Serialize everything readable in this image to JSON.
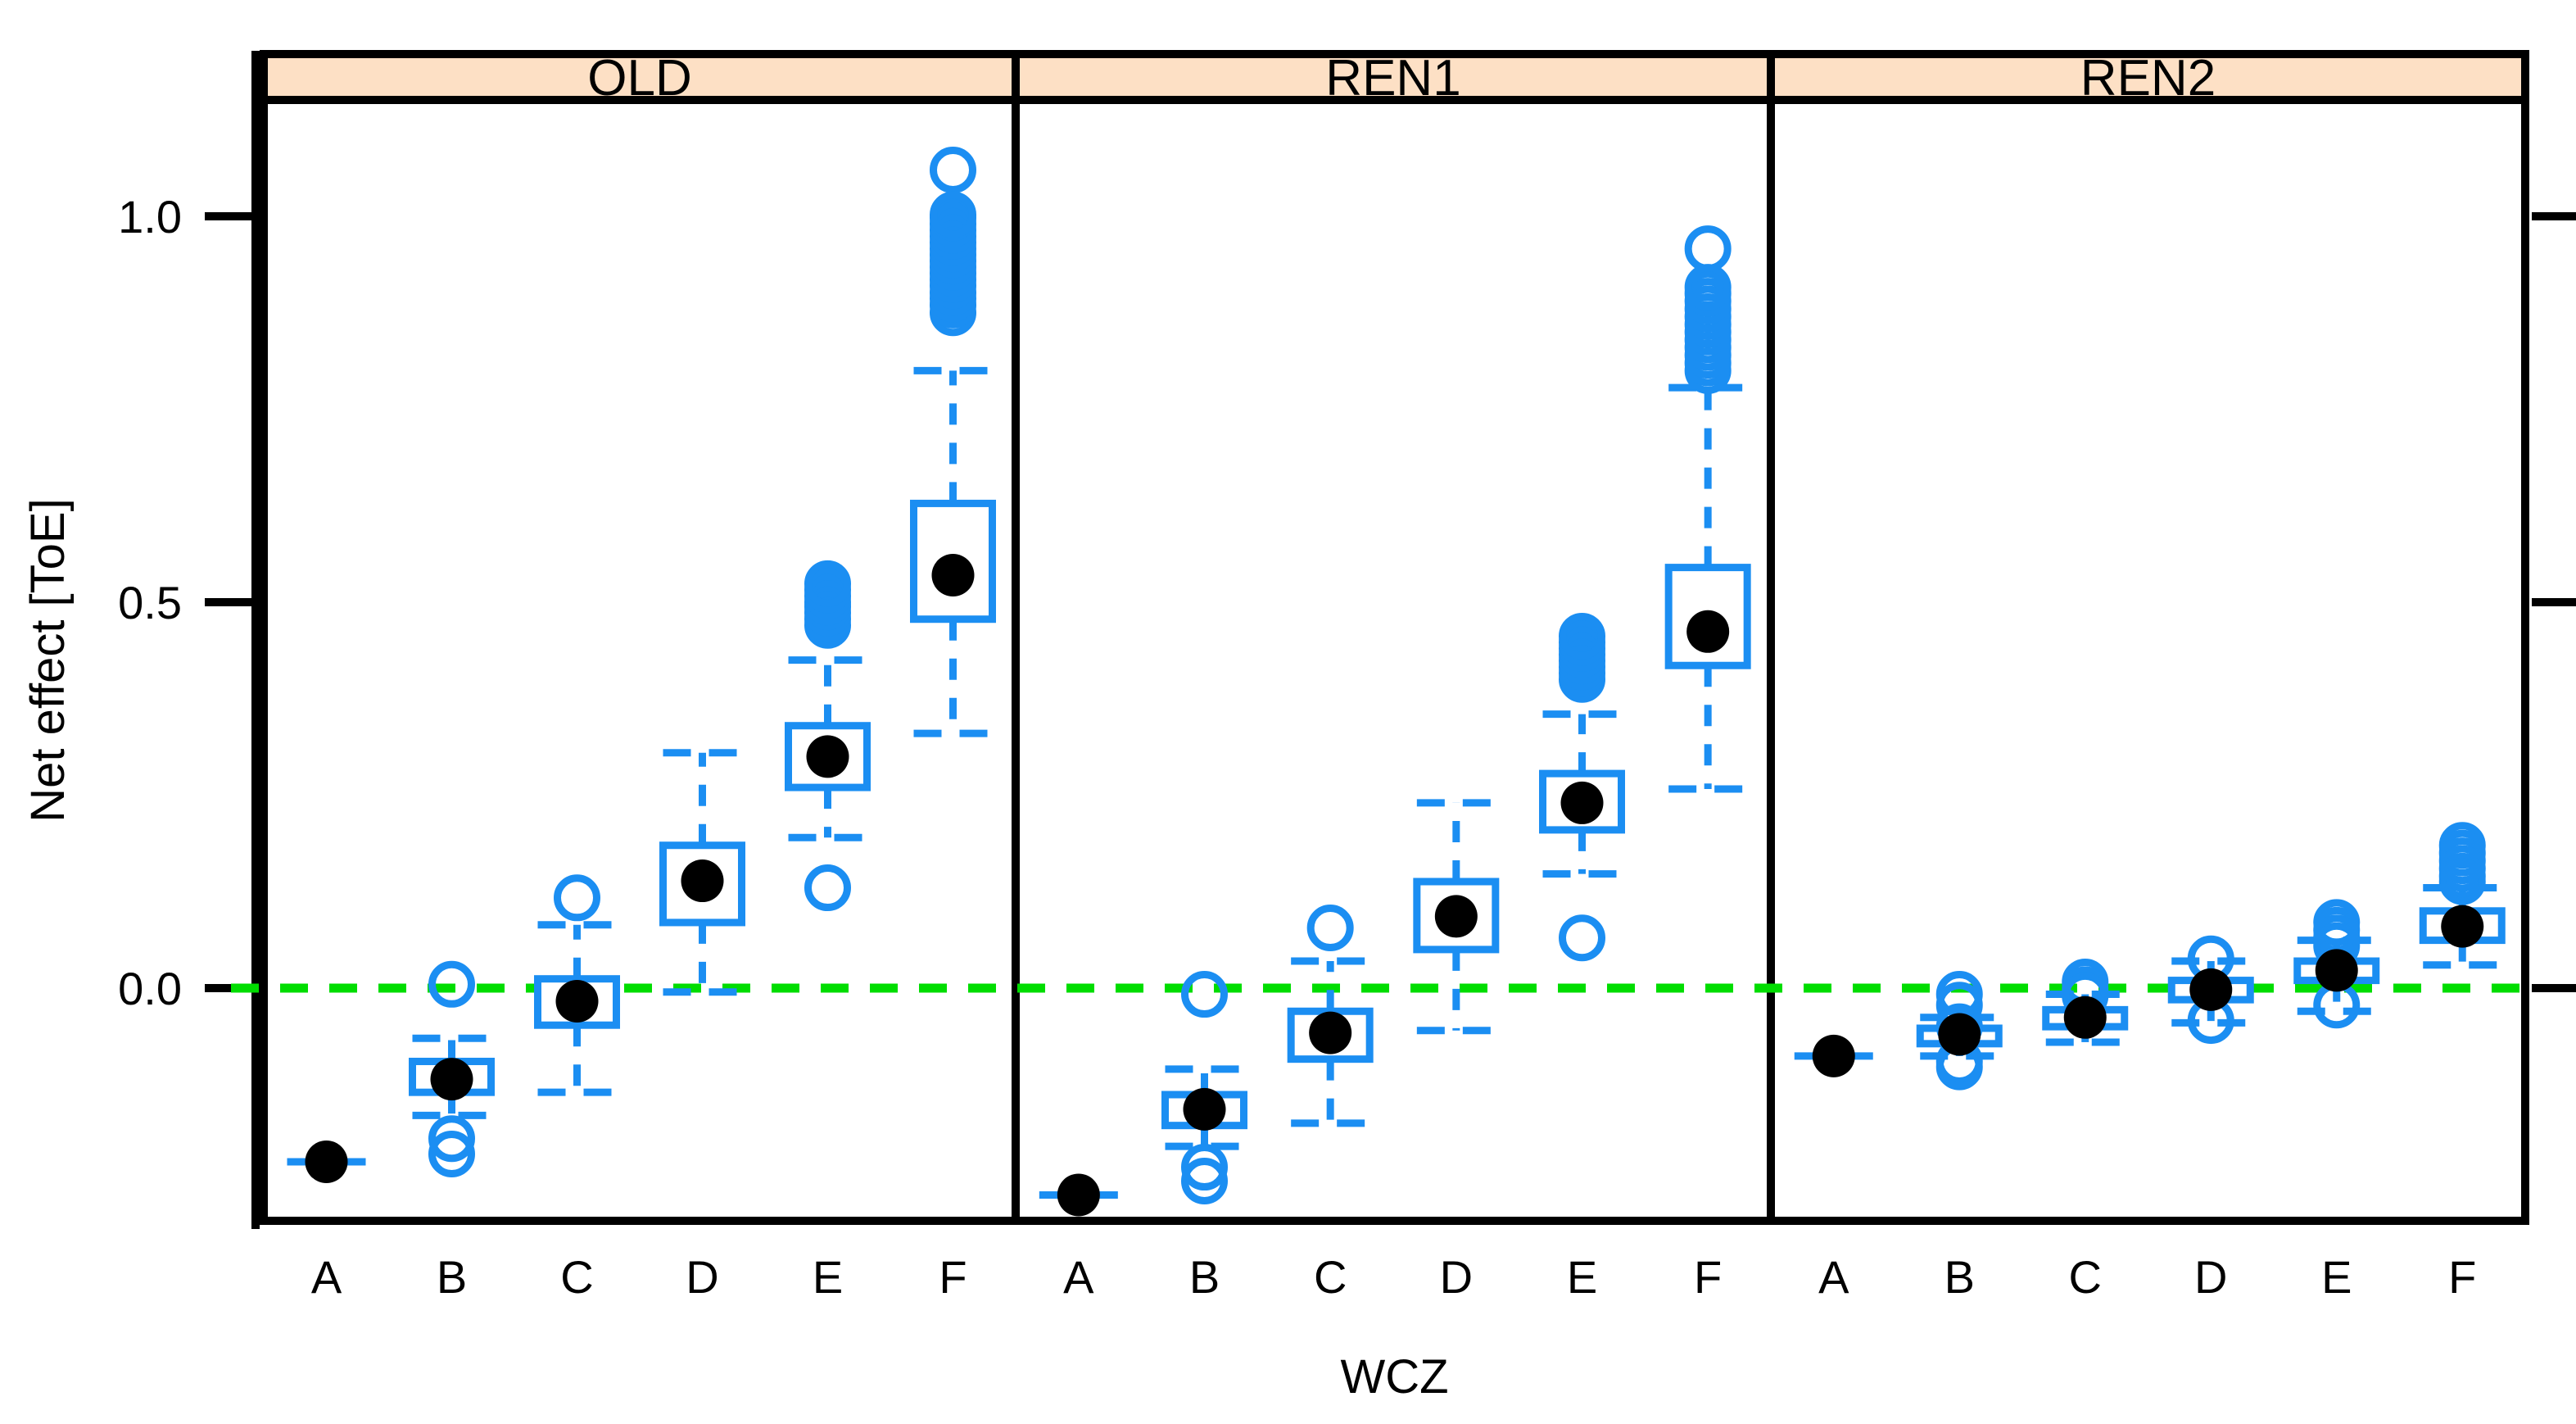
{
  "chart_data": {
    "type": "boxplot",
    "title": "",
    "xlabel": "WCZ",
    "ylabel": "Net effect [ToE]",
    "ylim": [
      -0.33,
      1.15
    ],
    "yticks": [
      0.0,
      0.5,
      1.0
    ],
    "ytick_labels": [
      "0.0",
      "0.5",
      "1.0"
    ],
    "grid": false,
    "legend": "none",
    "reference_line": {
      "value": 0.0,
      "color": "#00dd00",
      "style": "dashed"
    },
    "colors": {
      "box": "#1b8ef2",
      "mean_point": "#000000",
      "strip_background": "#fde0c5",
      "panel_border": "#000000",
      "reference": "#00dd00",
      "background": "#ffffff"
    },
    "categories": [
      "A",
      "B",
      "C",
      "D",
      "E",
      "F"
    ],
    "panels": [
      {
        "label": "OLD",
        "boxes": [
          {
            "cat": "A",
            "lower_whisker": -0.225,
            "q1": -0.225,
            "median": -0.225,
            "q3": -0.225,
            "upper_whisker": -0.225,
            "mean": -0.225,
            "outliers": []
          },
          {
            "cat": "B",
            "lower_whisker": -0.165,
            "q1": -0.135,
            "median": -0.115,
            "q3": -0.095,
            "upper_whisker": -0.065,
            "mean": -0.118,
            "outliers": [
              0.005,
              -0.195,
              -0.215
            ]
          },
          {
            "cat": "C",
            "lower_whisker": -0.135,
            "q1": -0.048,
            "median": -0.018,
            "q3": 0.012,
            "upper_whisker": 0.082,
            "mean": -0.017,
            "outliers": [
              0.117
            ]
          },
          {
            "cat": "D",
            "lower_whisker": -0.005,
            "q1": 0.085,
            "median": 0.135,
            "q3": 0.185,
            "upper_whisker": 0.305,
            "mean": 0.139,
            "outliers": []
          },
          {
            "cat": "E",
            "lower_whisker": 0.195,
            "q1": 0.26,
            "median": 0.3,
            "q3": 0.34,
            "upper_whisker": 0.425,
            "mean": 0.3,
            "outliers": [
              0.13,
              0.47,
              0.478,
              0.486,
              0.494,
              0.5,
              0.508,
              0.516,
              0.524
            ]
          },
          {
            "cat": "F",
            "lower_whisker": 0.33,
            "q1": 0.478,
            "median": 0.54,
            "q3": 0.628,
            "upper_whisker": 0.8,
            "mean": 0.535,
            "outliers": [
              1.06,
              0.875,
              0.885,
              0.893,
              0.901,
              0.91,
              0.918,
              0.926,
              0.934,
              0.942,
              0.95,
              0.958,
              0.966,
              0.974,
              0.982,
              0.99,
              0.998,
              1.002
            ]
          }
        ]
      },
      {
        "label": "REN1",
        "boxes": [
          {
            "cat": "A",
            "lower_whisker": -0.268,
            "q1": -0.268,
            "median": -0.268,
            "q3": -0.268,
            "upper_whisker": -0.268,
            "mean": -0.268,
            "outliers": []
          },
          {
            "cat": "B",
            "lower_whisker": -0.205,
            "q1": -0.178,
            "median": -0.158,
            "q3": -0.138,
            "upper_whisker": -0.105,
            "mean": -0.157,
            "outliers": [
              -0.008,
              -0.232,
              -0.25
            ]
          },
          {
            "cat": "C",
            "lower_whisker": -0.175,
            "q1": -0.092,
            "median": -0.062,
            "q3": -0.03,
            "upper_whisker": 0.035,
            "mean": -0.058,
            "outliers": [
              0.078
            ]
          },
          {
            "cat": "D",
            "lower_whisker": -0.055,
            "q1": 0.05,
            "median": 0.09,
            "q3": 0.138,
            "upper_whisker": 0.24,
            "mean": 0.093,
            "outliers": []
          },
          {
            "cat": "E",
            "lower_whisker": 0.148,
            "q1": 0.205,
            "median": 0.238,
            "q3": 0.278,
            "upper_whisker": 0.355,
            "mean": 0.24,
            "outliers": [
              0.065,
              0.4,
              0.408,
              0.416,
              0.424,
              0.432,
              0.44,
              0.448,
              0.456
            ]
          },
          {
            "cat": "F",
            "lower_whisker": 0.258,
            "q1": 0.418,
            "median": 0.468,
            "q3": 0.545,
            "upper_whisker": 0.778,
            "mean": 0.462,
            "outliers": [
              0.958,
              0.8,
              0.81,
              0.82,
              0.83,
              0.84,
              0.85,
              0.86,
              0.87,
              0.88,
              0.89,
              0.9,
              0.908
            ]
          }
        ]
      },
      {
        "label": "REN2",
        "boxes": [
          {
            "cat": "A",
            "lower_whisker": -0.088,
            "q1": -0.088,
            "median": -0.088,
            "q3": -0.088,
            "upper_whisker": -0.088,
            "mean": -0.088,
            "outliers": []
          },
          {
            "cat": "B",
            "lower_whisker": -0.088,
            "q1": -0.072,
            "median": -0.062,
            "q3": -0.052,
            "upper_whisker": -0.038,
            "mean": -0.06,
            "outliers": [
              -0.008,
              -0.022,
              -0.05,
              -0.095,
              -0.102
            ]
          },
          {
            "cat": "C",
            "lower_whisker": -0.07,
            "q1": -0.05,
            "median": -0.038,
            "q3": -0.028,
            "upper_whisker": -0.008,
            "mean": -0.038,
            "outliers": [
              0.008,
              -0.002,
              -0.01
            ]
          },
          {
            "cat": "D",
            "lower_whisker": -0.045,
            "q1": -0.015,
            "median": -0.002,
            "q3": 0.01,
            "upper_whisker": 0.035,
            "mean": -0.002,
            "outliers": [
              0.038,
              -0.042
            ]
          },
          {
            "cat": "E",
            "lower_whisker": -0.03,
            "q1": 0.01,
            "median": 0.022,
            "q3": 0.035,
            "upper_whisker": 0.062,
            "mean": 0.023,
            "outliers": [
              0.085,
              0.075,
              0.065,
              0.055,
              -0.022
            ]
          },
          {
            "cat": "F",
            "lower_whisker": 0.03,
            "q1": 0.062,
            "median": 0.082,
            "q3": 0.1,
            "upper_whisker": 0.13,
            "mean": 0.08,
            "outliers": [
              0.185,
              0.175,
              0.165,
              0.155,
              0.145,
              0.138
            ]
          }
        ]
      }
    ]
  }
}
